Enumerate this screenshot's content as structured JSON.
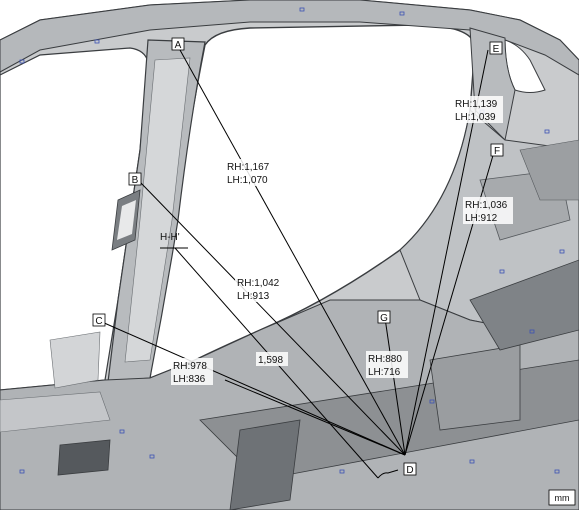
{
  "points": {
    "A": "A",
    "B": "B",
    "C": "C",
    "D": "D",
    "E": "E",
    "F": "F",
    "G": "G",
    "H": "H-H'"
  },
  "measurements": {
    "A": {
      "rh": "RH:1,167",
      "lh": "LH:1,070"
    },
    "B": {
      "rh": "RH:1,042",
      "lh": "LH:913"
    },
    "C": {
      "rh": "RH:978",
      "lh": "LH:836"
    },
    "E": {
      "rh": "RH:1,139",
      "lh": "LH:1,039"
    },
    "F": {
      "rh": "RH:1,036",
      "lh": "LH:912"
    },
    "G": {
      "rh": "RH:880",
      "lh": "LH:716"
    },
    "H": {
      "value": "1,598"
    }
  },
  "unit": "mm",
  "colors": {
    "body_panel": "#c9cbcd",
    "panel_shadow": "#8d9093",
    "panel_dark": "#55595d",
    "outline": "#3a3d40",
    "leader_line": "#000000",
    "label_box": "#ffffff",
    "hole_accent": "#3b52b5"
  }
}
